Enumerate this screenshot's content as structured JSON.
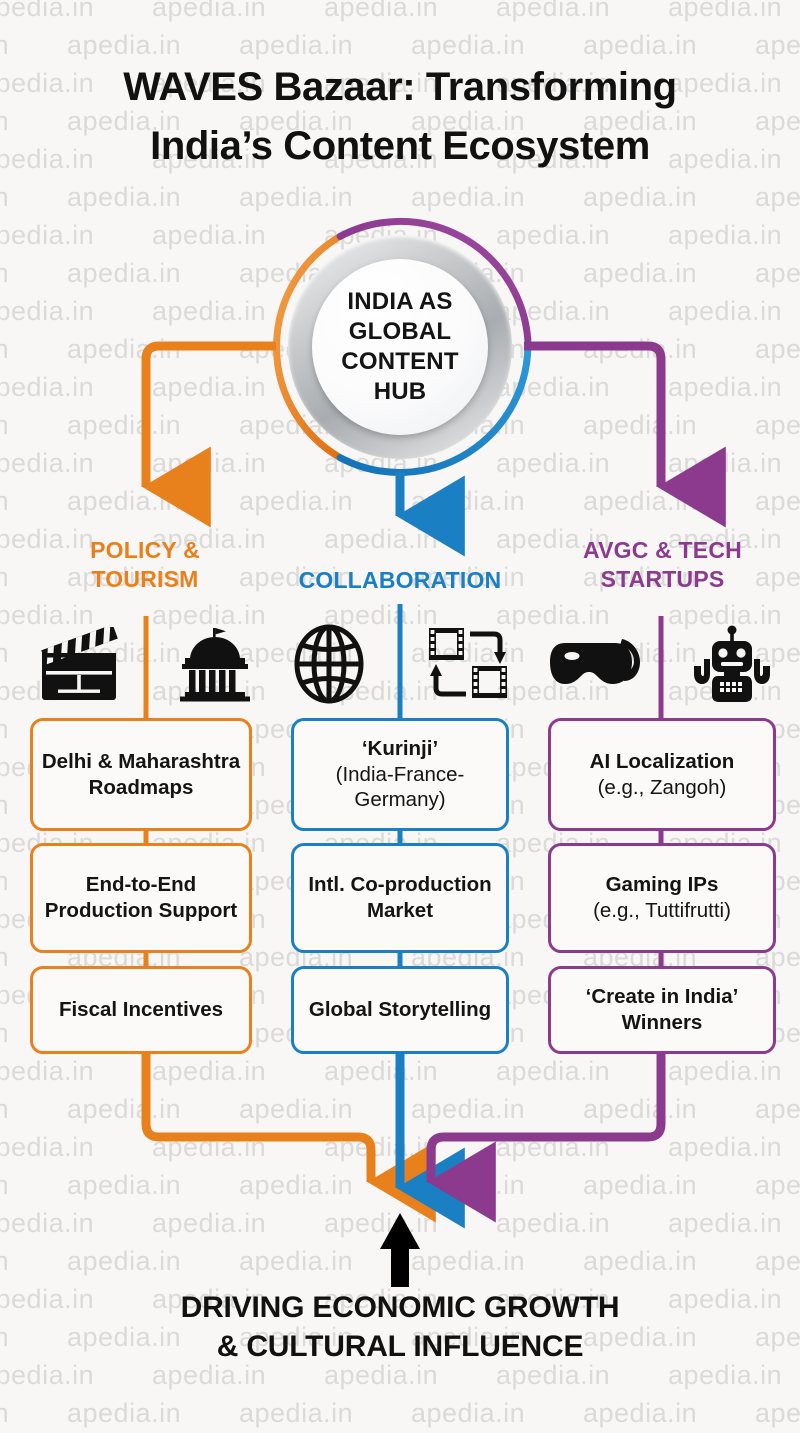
{
  "page": {
    "title": "WAVES Bazaar: Transforming India’s Content Ecosystem",
    "title_line1": "WAVES Bazaar: Transforming",
    "title_line2": "India’s Content Ecosystem",
    "background_color": "#F8F7F5",
    "watermark_text": "apedia.in",
    "watermark_color": "#C9C9C9"
  },
  "hub": {
    "label": "INDIA AS GLOBAL CONTENT HUB",
    "line1": "INDIA AS",
    "line2": "GLOBAL",
    "line3": "CONTENT",
    "line4": "HUB",
    "ring_colors": {
      "left": "#E8801C",
      "bottom": "#1B7FC4",
      "right": "#8B3A8E"
    }
  },
  "columns": [
    {
      "id": "policy-tourism",
      "header": "POLICY & TOURISM",
      "header_line1": "POLICY &",
      "header_line2": "TOURISM",
      "color": "#E8801C",
      "icons": [
        "clapperboard-icon",
        "government-building-icon"
      ],
      "cards": [
        {
          "title": "Delhi & Maharashtra Roadmaps",
          "subtitle": ""
        },
        {
          "title": "End-to-End Production Support",
          "subtitle": ""
        },
        {
          "title": "Fiscal Incentives",
          "subtitle": ""
        }
      ]
    },
    {
      "id": "collaboration",
      "header": "COLLABORATION",
      "header_line1": "COLLABORATION",
      "header_line2": "",
      "color": "#1B7FC4",
      "icons": [
        "globe-icon",
        "film-exchange-icon"
      ],
      "cards": [
        {
          "title": "‘Kurinji’",
          "subtitle": "(India-France-Germany)"
        },
        {
          "title": "Intl. Co-production Market",
          "subtitle": ""
        },
        {
          "title": "Global Storytelling",
          "subtitle": ""
        }
      ]
    },
    {
      "id": "avgc-tech-startups",
      "header": "AVGC & TECH STARTUPS",
      "header_line1": "AVGC & TECH",
      "header_line2": "STARTUPS",
      "color": "#8B3A8E",
      "icons": [
        "vr-headset-icon",
        "robot-icon"
      ],
      "cards": [
        {
          "title": "AI Localization",
          "subtitle": "(e.g., Zangoh)"
        },
        {
          "title": "Gaming IPs",
          "subtitle": "(e.g., Tuttifrutti)"
        },
        {
          "title": "‘Create in India’ Winners",
          "subtitle": ""
        }
      ]
    }
  ],
  "footer": {
    "text": "DRIVING ECONOMIC GROWTH & CULTURAL INFLUENCE",
    "line1": "DRIVING ECONOMIC GROWTH",
    "line2": "& CULTURAL INFLUENCE",
    "arrow_color": "#000000"
  }
}
